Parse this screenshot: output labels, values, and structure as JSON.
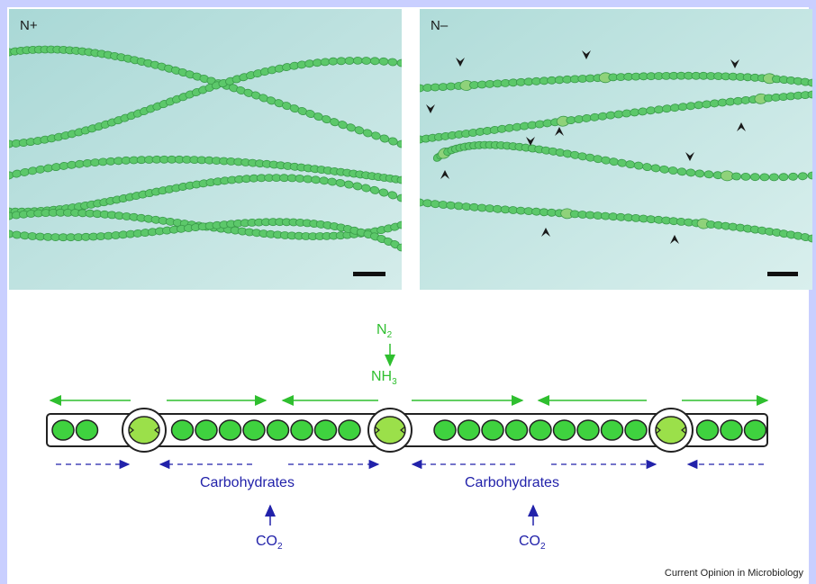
{
  "panels": {
    "left_label": "N+",
    "right_label": "N–"
  },
  "diagram": {
    "n2": "N",
    "n2_sub": "2",
    "nh3": "NH",
    "nh3_sub": "3",
    "carb_left": "Carbohydrates",
    "carb_right": "Carbohydrates",
    "co2": "CO",
    "co2_sub": "2"
  },
  "credit": "Current Opinion in Microbiology",
  "colors": {
    "cell": "#3fd23f",
    "heterocyst": "#9be04a",
    "nitrogen_flow": "#2fbf2f",
    "carbon_flow": "#2222aa",
    "frame": "#c9cfff"
  }
}
